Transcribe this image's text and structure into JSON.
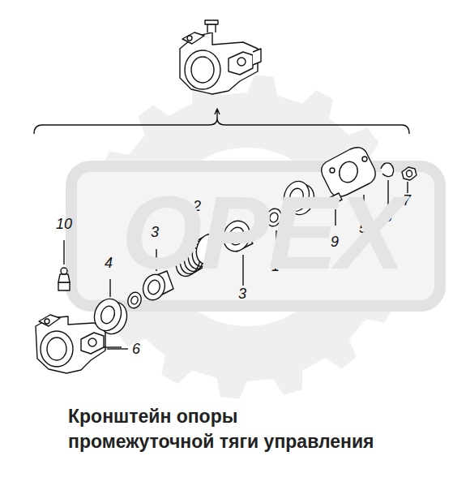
{
  "diagram": {
    "title": "Кронштейн опоры промежуточной тяги управления",
    "labels": [
      "10",
      "4",
      "3",
      "2",
      "3",
      "1",
      "9",
      "5",
      "8",
      "7",
      "6",
      "OPEX"
    ]
  }
}
